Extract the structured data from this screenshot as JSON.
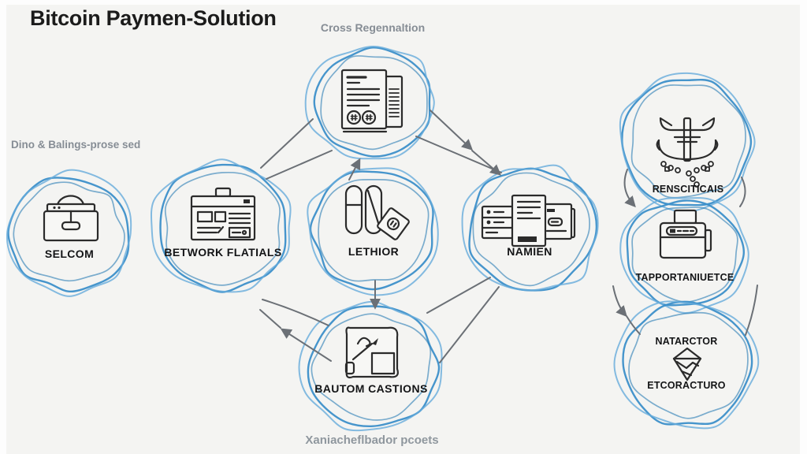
{
  "page": {
    "title": "Bitcoin Paymen-Solution"
  },
  "annotations": {
    "top_center": "Cross Regennaltion",
    "mid_left": "Dino & Balings-prose sed",
    "bottom_center": "Xaniacheflbador pcoets"
  },
  "nodes": {
    "selcom": {
      "label": "SELCOM",
      "icon": "cash-register-icon"
    },
    "betwork": {
      "label": "BETWORK FLATIALS",
      "icon": "browser-window-icon"
    },
    "cross_doc": {
      "label": "",
      "icon": "invoice-document-icon"
    },
    "lethior": {
      "label": "LETHIOR",
      "icon": "battery-price-tag-icon"
    },
    "namien": {
      "label": "NAMIEN",
      "icon": "server-rack-icon"
    },
    "bautom": {
      "label": "BAUTOM CASTIONS",
      "icon": "clipboard-pen-icon"
    },
    "renscitricais": {
      "label": "RENSCITICAIS",
      "icon": "anchor-press-icon"
    },
    "tapportaniuetce": {
      "label": "TAPPORTANIUETCE",
      "icon": "printer-icon"
    },
    "natarctor": {
      "label_top": "NATARCTOR",
      "label_bottom": "ETCORACTURO",
      "icon": "diamond-icon"
    }
  },
  "colors": {
    "sketch_blue": "#3c8fc9",
    "sketch_blue_light": "#66abdb",
    "arrow_gray": "#6b7076",
    "ink": "#2b2b2b",
    "background": "#f4f4f2",
    "muted_text": "#868d95"
  }
}
